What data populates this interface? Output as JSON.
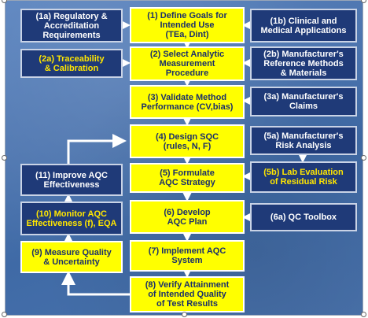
{
  "boxes": {
    "b1": "(1)    Define Goals for\nIntended Use\n(TEa, Dint)",
    "b1a": "(1a) Regulatory &\nAccreditation\nRequirements",
    "b1b": "(1b) Clinical and\nMedical Applications",
    "b2": "(2) Select Analytic\nMeasurement\nProcedure",
    "b2a": "(2a) Traceability\n& Calibration",
    "b2b": "(2b) Manufacturer's\nReference Methods\n& Materials",
    "b3": "(3) Validate Method\nPerformance (CV,bias)",
    "b3a": "(3a) Manufacturer's\nClaims",
    "b4": "(4) Design SQC\n(rules, N, F)",
    "b5a": "(5a) Manufacturer's\nRisk Analysis",
    "b5": "(5) Formulate\nAQC Strategy",
    "b5b": "(5b) Lab Evaluation\nof Residual Risk",
    "b11": "(11) Improve AQC\nEffectiveness",
    "b10": "(10) Monitor AQC\nEffectiveness (f), EQA",
    "b6": "(6) Develop\nAQC Plan",
    "b6a": "(6a) QC Toolbox",
    "b9": "(9) Measure Quality\n& Uncertainty",
    "b7": "(7) Implement AQC\nSystem",
    "b8": "(8) Verify Attainment\nof Intended Quality\nof Test Results"
  },
  "colors": {
    "yellow": "#ffff00",
    "navy": "#1f3a78",
    "background": "#4a73ad",
    "arrow": "#ffffff"
  }
}
